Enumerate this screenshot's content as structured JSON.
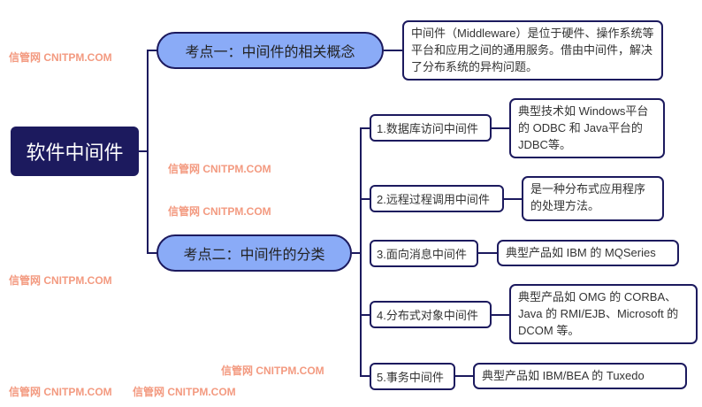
{
  "root": "软件中间件",
  "topics": [
    {
      "label": "考点一：中间件的相关概念",
      "detail": "中间件（Middleware）是位于硬件、操作系统等平台和应用之间的通用服务。借由中间件，解决了分布系统的异构问题。"
    },
    {
      "label": "考点二：中间件的分类"
    }
  ],
  "subtopics": [
    {
      "label": "1.数据库访问中间件",
      "detail": "典型技术如 Windows平台的 ODBC 和 Java平台的 JDBC等。"
    },
    {
      "label": "2.远程过程调用中间件",
      "detail": "是一种分布式应用程序的处理方法。"
    },
    {
      "label": "3.面向消息中间件",
      "detail": "典型产品如 IBM 的 MQSeries"
    },
    {
      "label": "4.分布式对象中间件",
      "detail": "典型产品如 OMG 的 CORBA、Java 的 RMI/EJB、Microsoft 的 DCOM 等。"
    },
    {
      "label": "5.事务中间件",
      "detail": "典型产品如 IBM/BEA 的 Tuxedo"
    }
  ],
  "watermark": "信管网 CNITPM.COM",
  "colors": {
    "root": "#1c1a5e",
    "topic": "#8aabf7",
    "watermark": "#f39a80"
  }
}
